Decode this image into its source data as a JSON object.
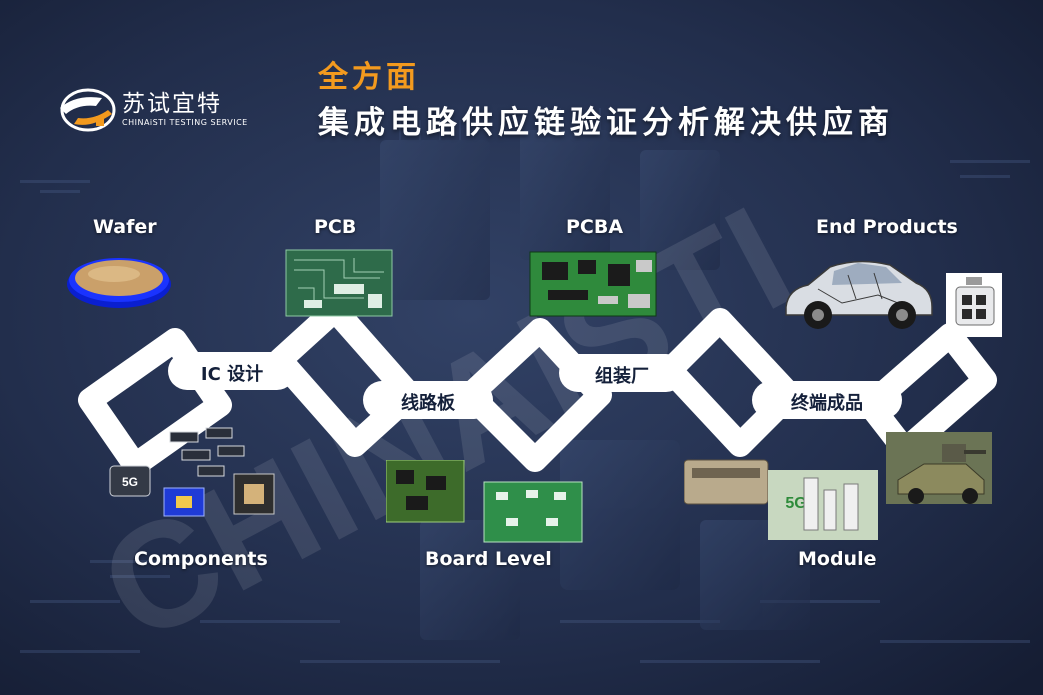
{
  "brand": {
    "name_cn": "苏试宜特",
    "name_en": "CHINAiSTI TESTING SERVICE",
    "watermark": "CHINAiSTI"
  },
  "headline": {
    "top": "全方面",
    "main": "集成电路供应链验证分析解决供应商"
  },
  "stage_labels": {
    "wafer": "Wafer",
    "pcb": "PCB",
    "pcba": "PCBA",
    "end_products": "End Products",
    "components": "Components",
    "board_level": "Board Level",
    "module": "Module"
  },
  "chain": {
    "ic_design": "IC 设计",
    "circuit_board": "线路板",
    "assembly": "组装厂",
    "final_product": "终端成品"
  },
  "colors": {
    "background": "#1c2742",
    "accent": "#f39a1e",
    "chain": "#ffffff",
    "text": "#ffffff"
  }
}
